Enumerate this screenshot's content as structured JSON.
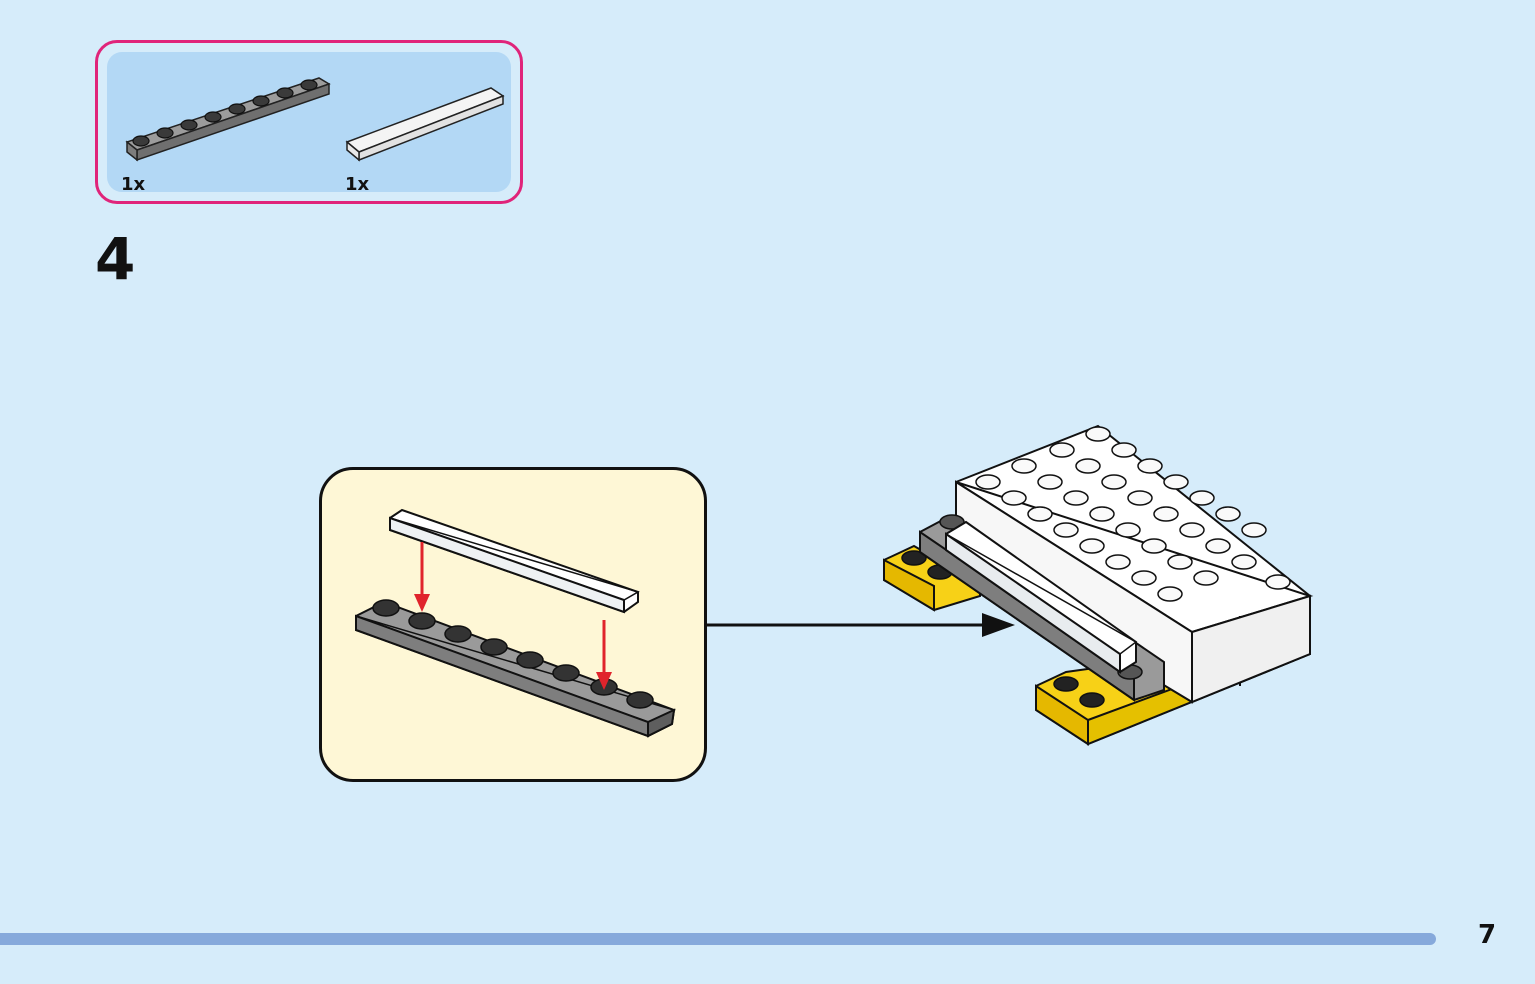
{
  "parts_list": {
    "items": [
      {
        "qty": "1x",
        "part": "dark-gray-plate-1x8-icon",
        "color": "#8a8a8a"
      },
      {
        "qty": "1x",
        "part": "white-tile-1x8-icon",
        "color": "#ffffff"
      }
    ],
    "border_color": "#e0247a"
  },
  "step": {
    "number": "4"
  },
  "page": {
    "number": "7"
  },
  "colors": {
    "background": "#d6ecfa",
    "callout_bg": "#fef7d6",
    "arrow_red": "#e0242c",
    "yellow": "#f7d117",
    "footer_bar": "#86a9db"
  }
}
